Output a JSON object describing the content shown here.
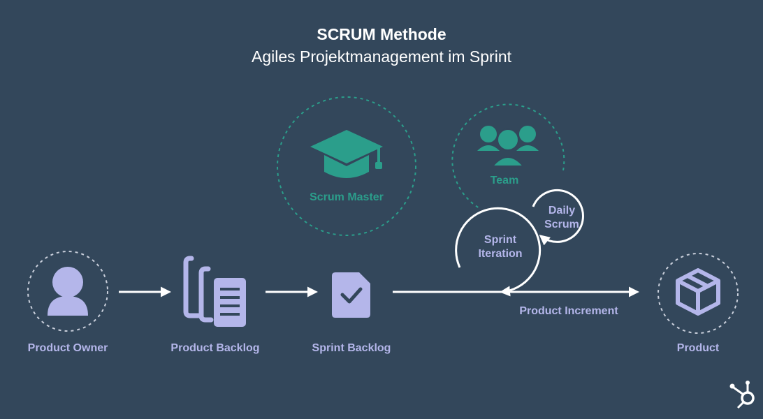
{
  "header": {
    "title": "SCRUM Methode",
    "subtitle": "Agiles Projektmanagement im Sprint"
  },
  "nodes": {
    "product_owner": {
      "label": "Product Owner",
      "icon": "person-icon"
    },
    "product_backlog": {
      "label": "Product Backlog",
      "icon": "documents-icon"
    },
    "sprint_backlog": {
      "label": "Sprint Backlog",
      "icon": "checklist-document-icon"
    },
    "product": {
      "label": "Product",
      "icon": "box-icon"
    },
    "scrum_master": {
      "label": "Scrum Master",
      "icon": "graduation-cap-icon"
    },
    "team": {
      "label": "Team",
      "icon": "team-icon"
    },
    "sprint_iteration": {
      "label_line1": "Sprint",
      "label_line2": "Iteration"
    },
    "daily_scrum": {
      "label_line1": "Daily",
      "label_line2": "Scrum"
    },
    "product_increment": {
      "label": "Product Increment"
    }
  },
  "colors": {
    "background": "#33475b",
    "lavender": "#b4b6ea",
    "teal": "#2b9e8b",
    "white": "#ffffff",
    "dashed_ring": "#c9cfdb"
  },
  "logo": {
    "icon": "hubspot-sprocket-icon"
  }
}
